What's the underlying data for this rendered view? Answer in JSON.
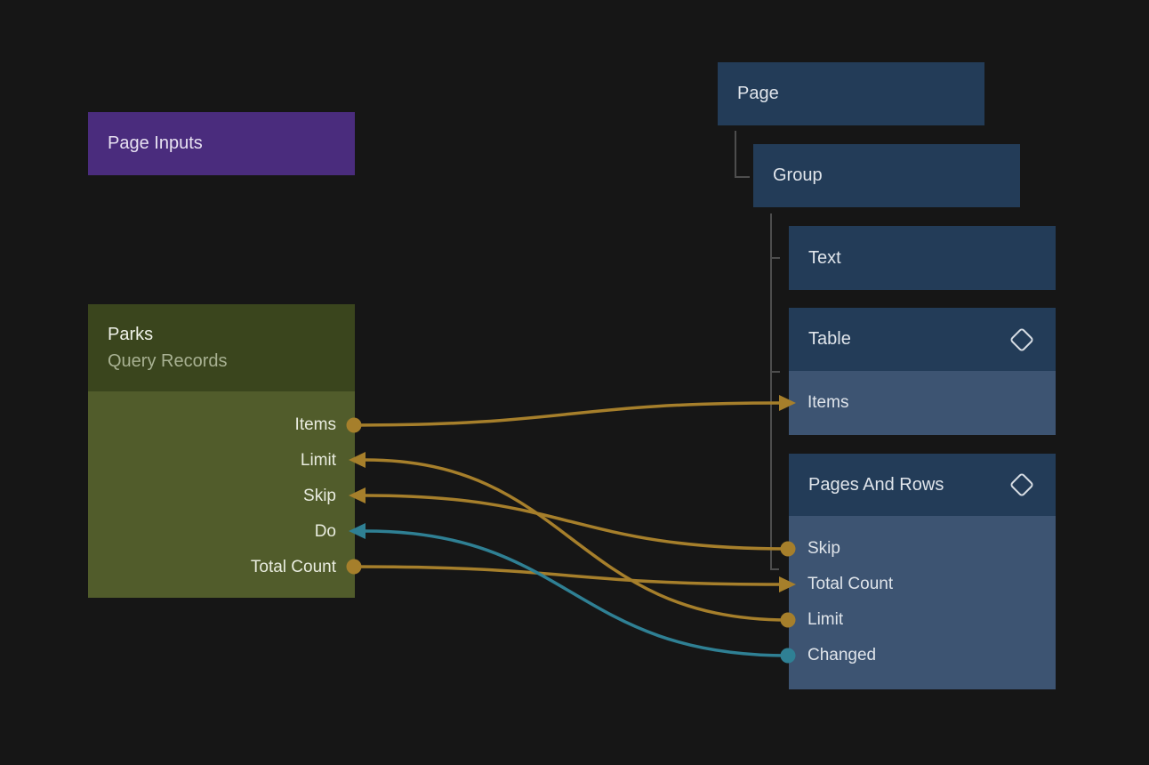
{
  "canvas": {
    "background": "#161616"
  },
  "page_inputs_node": {
    "title": "Page Inputs",
    "color": "#4a2c7d"
  },
  "query_node": {
    "title": "Parks",
    "subtitle": "Query Records",
    "header_color": "#3a451d",
    "body_color": "#515c2b",
    "ports": [
      {
        "label": "Items",
        "direction": "output",
        "wire_color": "#a67f2b"
      },
      {
        "label": "Limit",
        "direction": "input",
        "wire_color": "#a67f2b"
      },
      {
        "label": "Skip",
        "direction": "input",
        "wire_color": "#a67f2b"
      },
      {
        "label": "Do",
        "direction": "input",
        "wire_color": "#2f8094"
      },
      {
        "label": "Total Count",
        "direction": "output",
        "wire_color": "#a67f2b"
      }
    ]
  },
  "component_tree": {
    "line_color": "#4d4d4d",
    "header_color": "#233c58",
    "row_color": "#3d5472",
    "nodes": [
      {
        "label": "Page"
      },
      {
        "label": "Group"
      },
      {
        "label": "Text"
      },
      {
        "label": "Table",
        "icon": "diamond-icon",
        "rows": [
          {
            "label": "Items"
          }
        ]
      },
      {
        "label": "Pages And Rows",
        "icon": "diamond-icon",
        "rows": [
          {
            "label": "Skip"
          },
          {
            "label": "Total Count"
          },
          {
            "label": "Limit"
          },
          {
            "label": "Changed"
          }
        ]
      }
    ]
  },
  "connections": [
    {
      "from": "Parks.Items",
      "to": "Table.Items",
      "color": "#a67f2b"
    },
    {
      "from": "Pages And Rows.Skip",
      "to": "Parks.Skip",
      "color": "#a67f2b"
    },
    {
      "from": "Pages And Rows.Limit",
      "to": "Parks.Limit",
      "color": "#a67f2b"
    },
    {
      "from": "Pages And Rows.Changed",
      "to": "Parks.Do",
      "color": "#2f8094"
    },
    {
      "from": "Parks.Total Count",
      "to": "Pages And Rows.Total Count",
      "color": "#a67f2b"
    }
  ]
}
